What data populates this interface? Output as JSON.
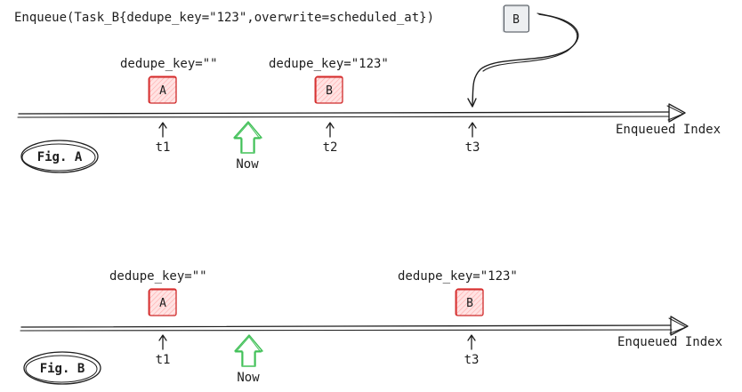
{
  "enqueue_call": "Enqueue(Task_B{dedupe_key=\"123\",overwrite=scheduled_at})",
  "enqueue_task_label": "B",
  "axis_label": "Enqueued Index",
  "now_label": "Now",
  "colors": {
    "task_box": "#e03131",
    "task_fill": "#ffc9c9",
    "now_arrow": "#40c057",
    "pending_box": "#868e96",
    "ink": "#1e1e1e"
  },
  "fig_a": {
    "caption": "Fig. A",
    "tasks": [
      {
        "label": "A",
        "dedupe": "dedupe_key=\"\""
      },
      {
        "label": "B",
        "dedupe": "dedupe_key=\"123\""
      }
    ],
    "ticks": [
      "t1",
      "t2",
      "t3"
    ]
  },
  "fig_b": {
    "caption": "Fig. B",
    "tasks": [
      {
        "label": "A",
        "dedupe": "dedupe_key=\"\""
      },
      {
        "label": "B",
        "dedupe": "dedupe_key=\"123\""
      }
    ],
    "ticks": [
      "t1",
      "t3"
    ]
  }
}
